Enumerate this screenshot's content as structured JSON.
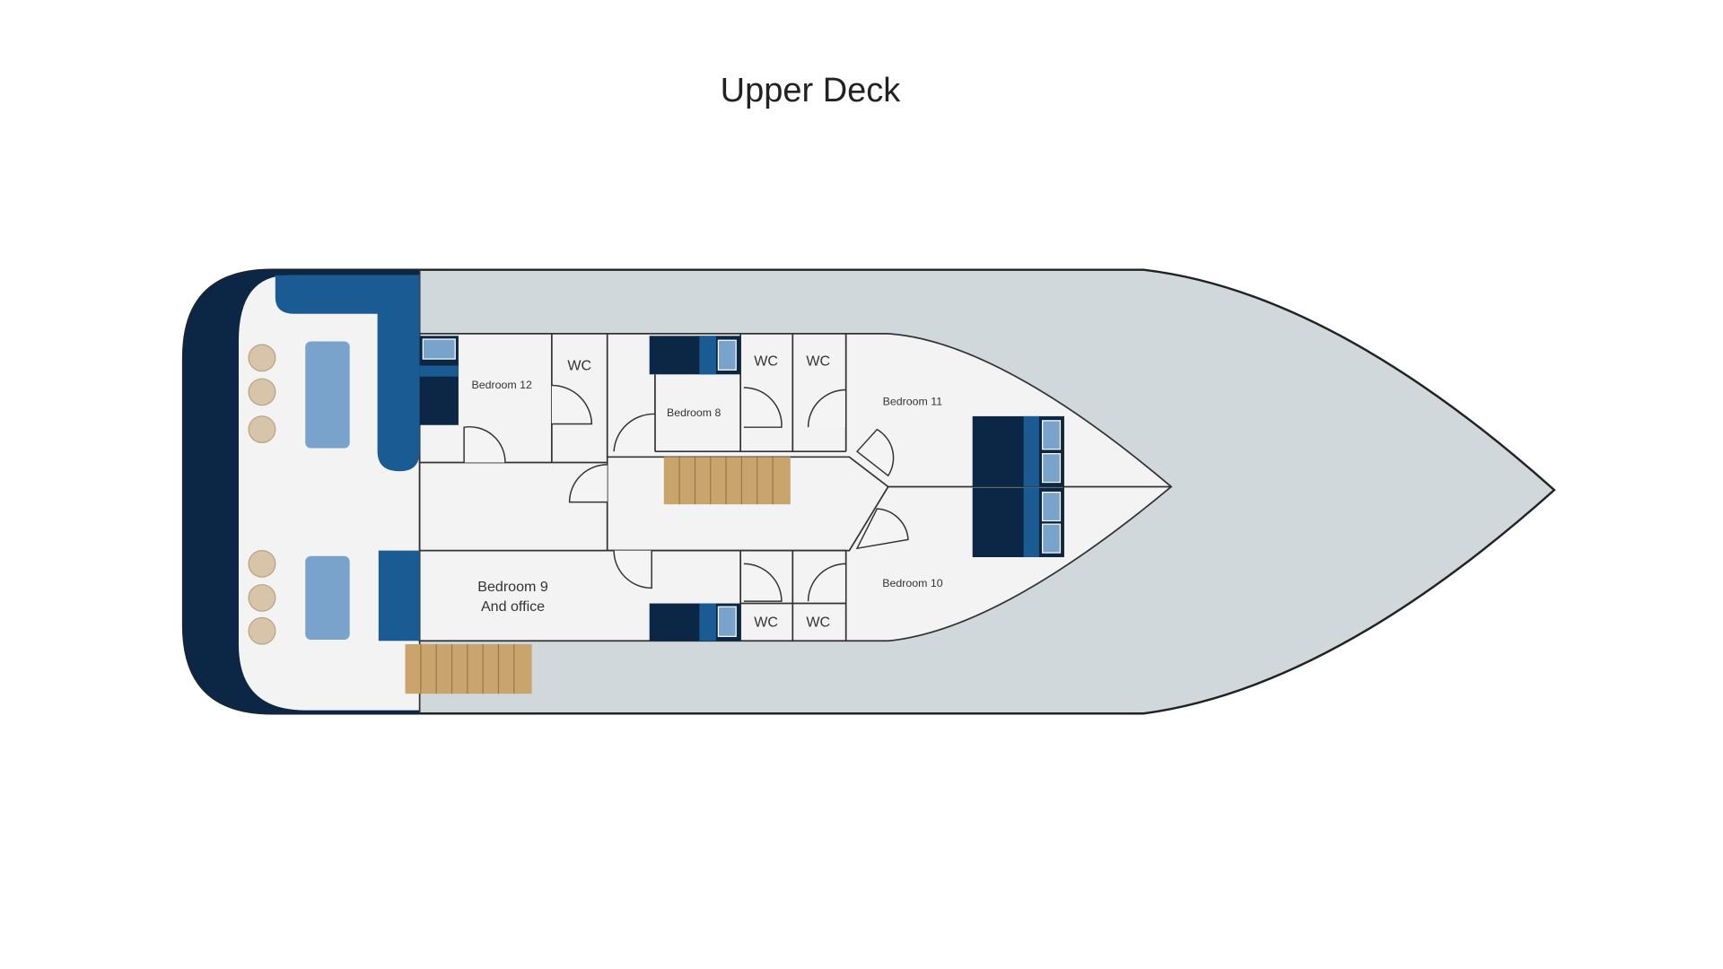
{
  "title": "Upper Deck",
  "rooms": {
    "bedroom12": "Bedroom 12",
    "bedroom8": "Bedroom 8",
    "bedroom11": "Bedroom 11",
    "bedroom10": "Bedroom 10",
    "bedroom9_line1": "Bedroom 9",
    "bedroom9_line2": "And office",
    "wc": "WC"
  },
  "colors": {
    "hull": "#d0d8dc",
    "navy": "#0c2746",
    "blue": "#1b5b93",
    "light_blue": "#7aa3cc",
    "wood": "#c9a46c",
    "floor": "#f3f3f3"
  }
}
